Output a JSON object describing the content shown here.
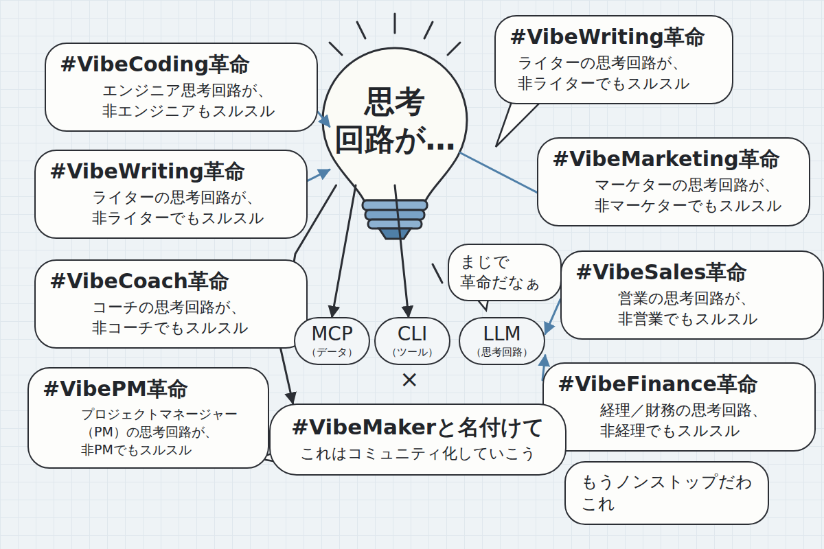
{
  "diagram": {
    "nodes": [
      {
        "text": [
          "#VibeCoding革命",
          "エンジニア思考回路が、 非エンジニアもスルスル"
        ]
      },
      {
        "text": [
          "#VibeWriting革命",
          "ライターの思考回路が、 非ライターでもスルスル"
        ]
      },
      {
        "text": [
          "#VibeCoach革命",
          "コーチの思考回路が、 非コーチでもスルスル"
        ]
      },
      {
        "text": [
          "#VibePM革命",
          "プロジェクトマネージャー （PM）の思考回路が、 非PMでもスルスル"
        ]
      },
      {
        "text": [
          "思考 回路が…"
        ]
      },
      {
        "text": [
          "#VibeWriting革命",
          "ライターの思考回路が、 非ライターでもスルスル"
        ]
      },
      {
        "text": [
          "#VibeMarketing革命",
          "マーケターの思考回路が、 非マーケターでもスルスル"
        ]
      },
      {
        "text": [
          "#VibeSales革命",
          "営業の思考回路が、 非営業でもスルスル"
        ]
      },
      {
        "text": [
          "#VibeFinance革命",
          "経理／財務の思考回路、 非経理でもスルスル"
        ]
      },
      {
        "text": [
          "MCP",
          "（データ）"
        ]
      },
      {
        "text": [
          "CLI",
          "（ツール）"
        ]
      },
      {
        "text": [
          "LLM",
          "（思考回路）"
        ]
      },
      {
        "text": [
          "#VibeMakerと名付けて",
          "これはコミュニティ化していこう"
        ]
      },
      {
        "text": [
          "まじで 革命だなぁ"
        ]
      },
      {
        "text": [
          "もうノンストップだわ これ"
        ]
      }
    ],
    "edges": [
      {
        "from": 0,
        "to": 4,
        "arrow": "to"
      },
      {
        "from": 1,
        "to": 4,
        "arrow": "to"
      },
      {
        "from": 4,
        "to": 6,
        "arrow": "none"
      },
      {
        "from": 4,
        "to": 9,
        "arrow": "to"
      },
      {
        "from": 4,
        "to": 10,
        "arrow": "to"
      },
      {
        "from": 4,
        "to": 12,
        "arrow": "to"
      },
      {
        "from": 7,
        "to": 11,
        "arrow": "to"
      },
      {
        "from": 8,
        "to": 11,
        "arrow": "to"
      }
    ],
    "labels": [
      "×"
    ]
  }
}
